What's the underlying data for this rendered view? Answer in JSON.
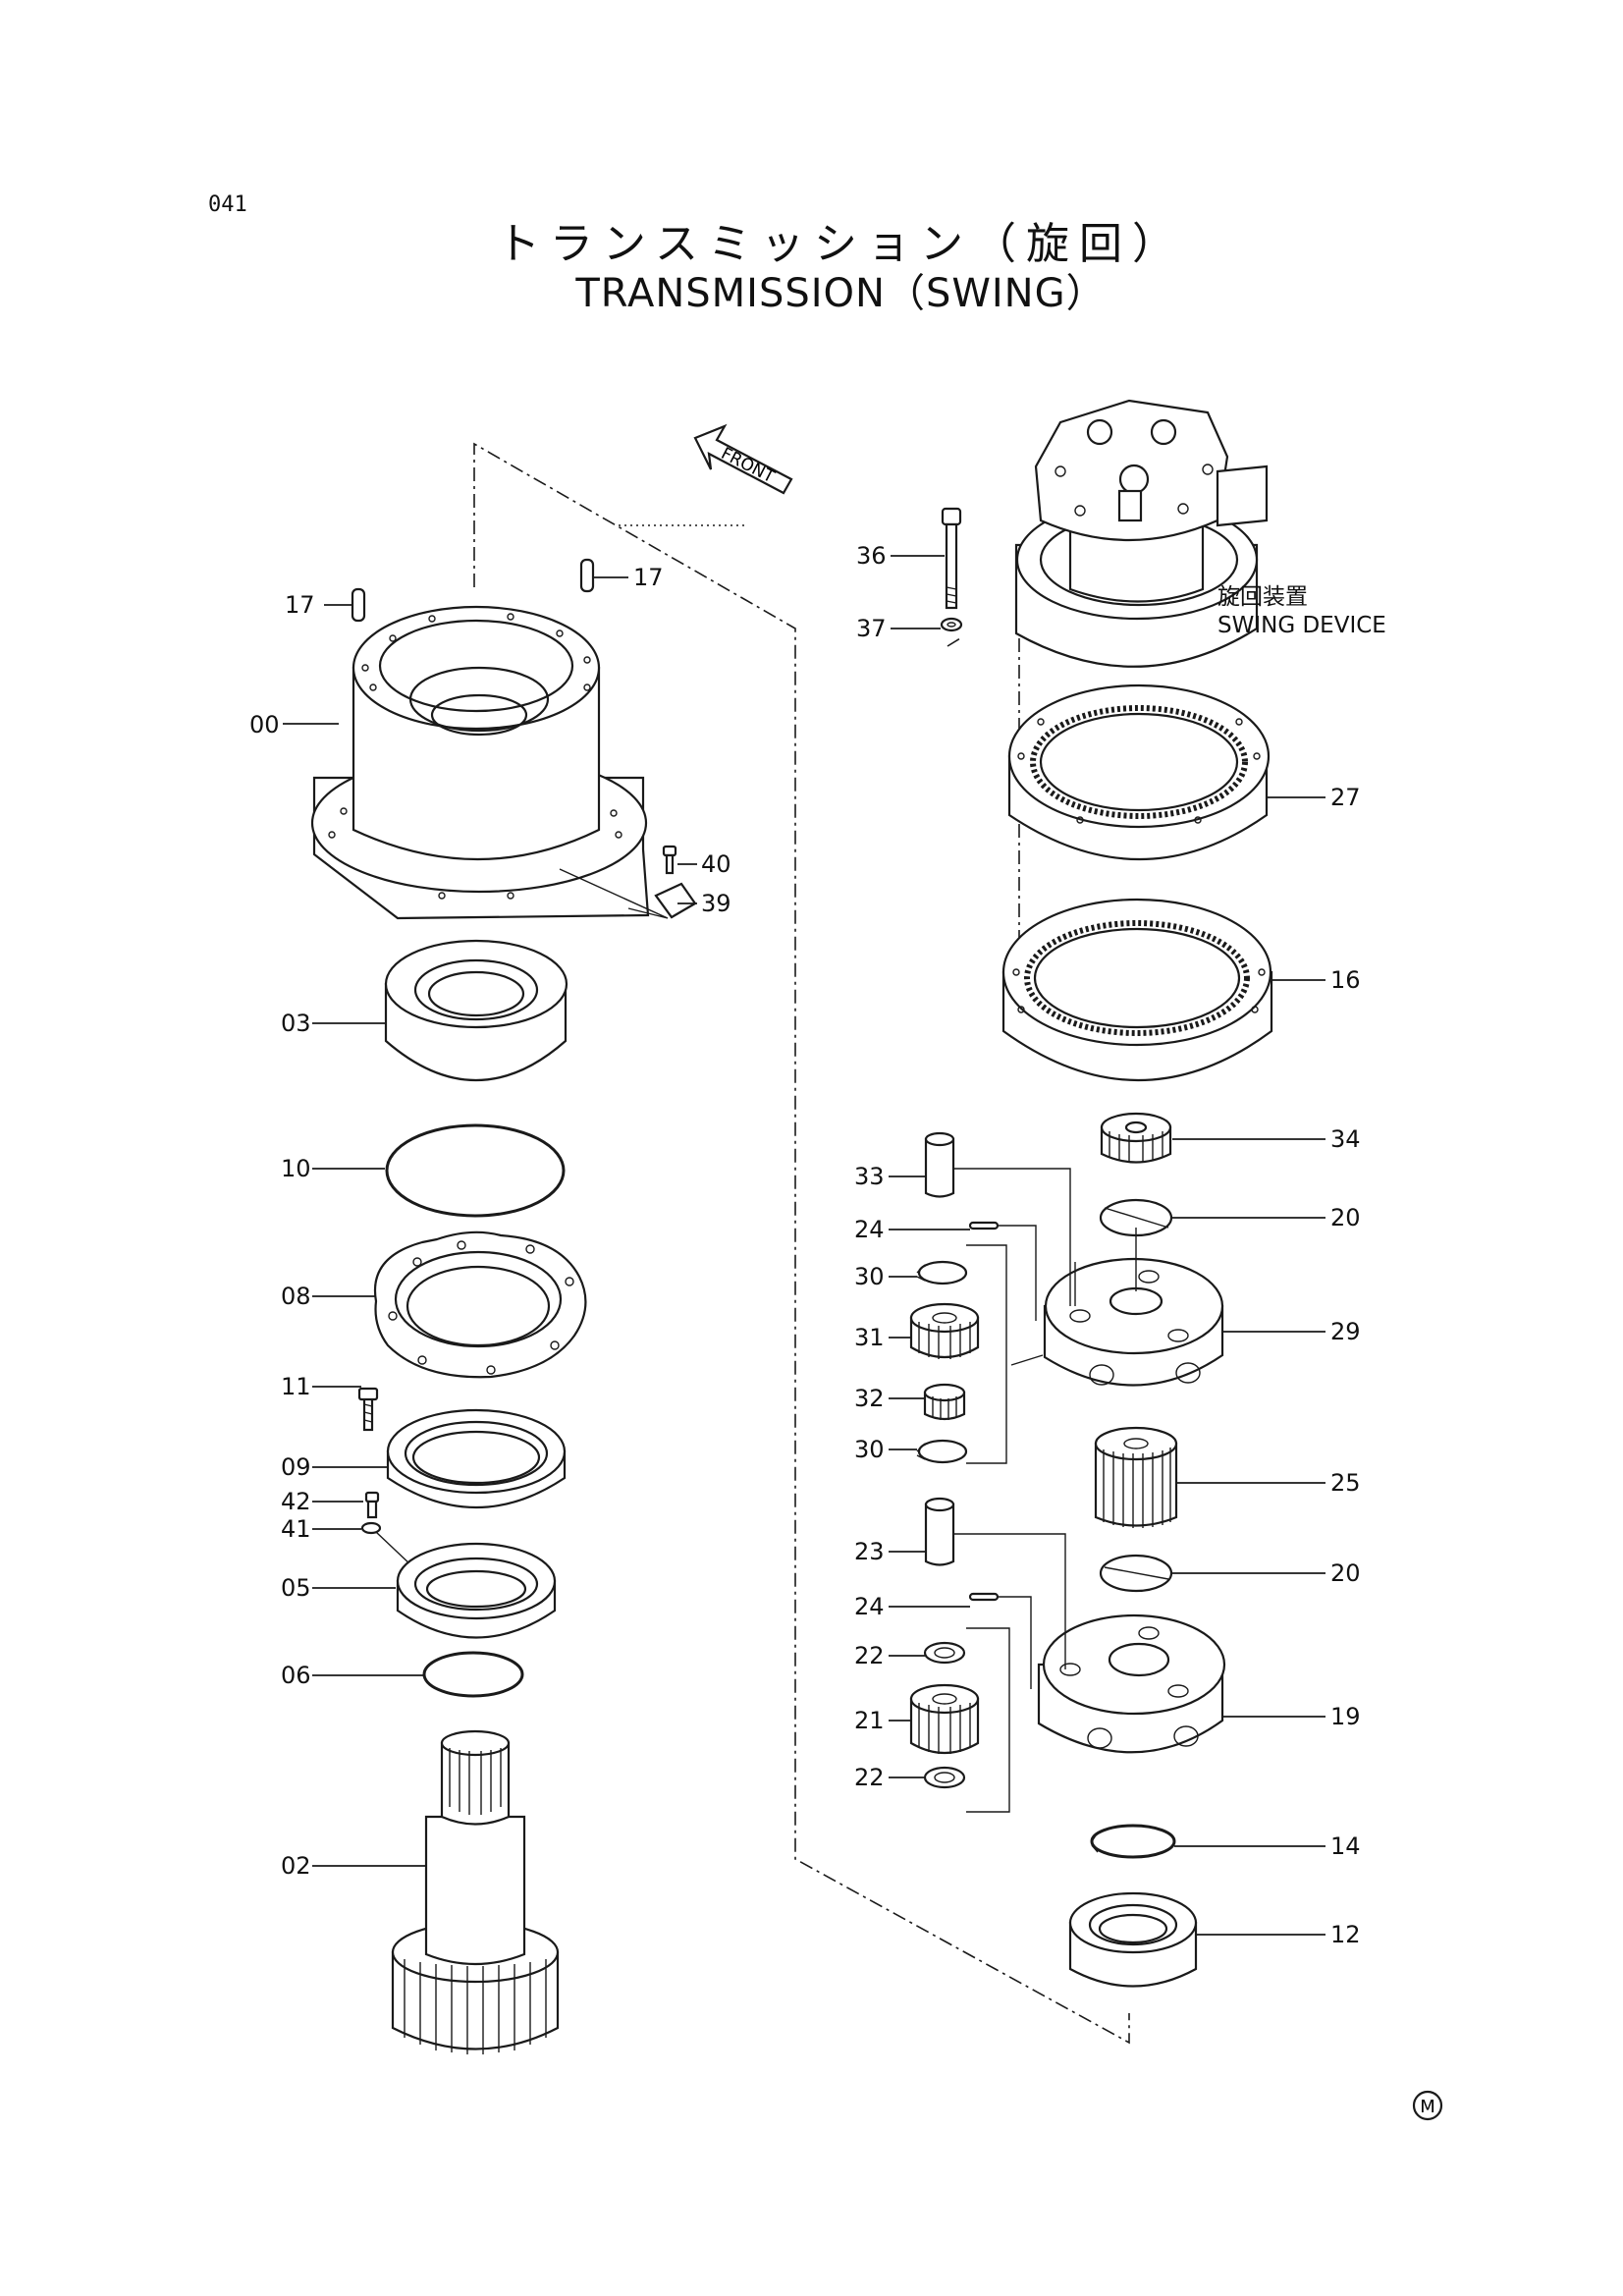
{
  "page": {
    "number": "041",
    "mark": "M"
  },
  "title": {
    "ja": "トランスミッション（旋回）",
    "en": "TRANSMISSION（SWING）"
  },
  "front_label": "FRONT",
  "swing_device": {
    "ja": "旋回装置",
    "en": "SWING DEVICE"
  },
  "parts": {
    "p17a": "17",
    "p17b": "17",
    "p00": "00",
    "p40": "40",
    "p39": "39",
    "p03": "03",
    "p10": "10",
    "p08": "08",
    "p11": "11",
    "p09": "09",
    "p42": "42",
    "p41": "41",
    "p05": "05",
    "p06": "06",
    "p02": "02",
    "p36": "36",
    "p37": "37",
    "p27": "27",
    "p16": "16",
    "p34": "34",
    "p33": "33",
    "p20a": "20",
    "p24a": "24",
    "p30a": "30",
    "p29": "29",
    "p31": "31",
    "p32": "32",
    "p30b": "30",
    "p25": "25",
    "p23": "23",
    "p20b": "20",
    "p24b": "24",
    "p22a": "22",
    "p19": "19",
    "p21": "21",
    "p22b": "22",
    "p14": "14",
    "p12": "12"
  }
}
